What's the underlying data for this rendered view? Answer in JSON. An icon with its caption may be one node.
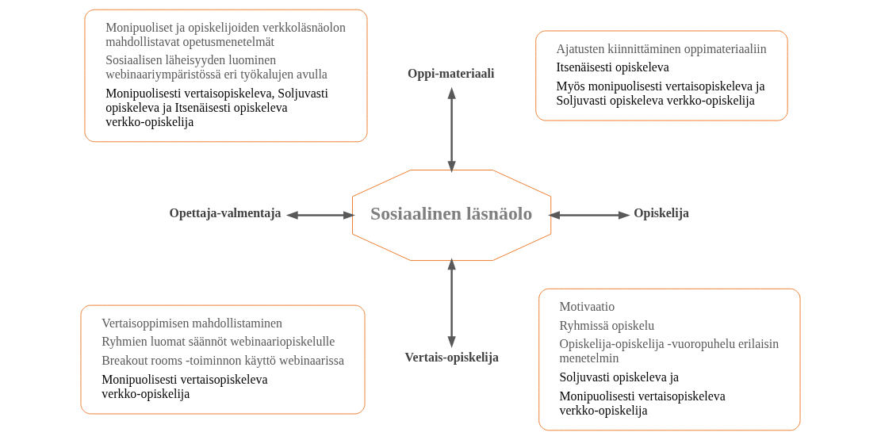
{
  "diagram": {
    "nodes": [
      {
        "text": [
          "Monipuoliset ja opiskelijoiden verkkoläsnäolon mahdollistavat opetusmenetelmät",
          "Sosiaalisen läheisyyden luominen webinaariympäristössä eri työkalujen avulla",
          "Monipuolisesti vertaisopiskeleva, Soljuvasti opiskeleva ja Itsenäisesti opiskeleva verkko-opiskelija"
        ]
      },
      {
        "text": [
          "Oppi-materiaali"
        ]
      },
      {
        "text": [
          "Ajatusten kiinnittäminen oppimateriaaliin",
          "Itsenäisesti opiskeleva",
          "Myös monipuolisesti vertaisopiskeleva ja Soljuvasti opiskeleva verkko-opiskelija"
        ]
      },
      {
        "text": [
          "Opettaja-valmentaja"
        ]
      },
      {
        "text": [
          "Sosiaalinen läsnäolo"
        ]
      },
      {
        "text": [
          "Opiskelija"
        ]
      },
      {
        "text": [
          "Vertaisoppimisen mahdollistaminen",
          "Ryhmien luomat säännöt webinaariopiskelulle",
          "Breakout rooms -toiminnon käyttö webinaarissa",
          "Monipuolisesti vertaisopiskeleva verkko-opiskelija"
        ]
      },
      {
        "text": [
          "Vertais-opiskelija"
        ]
      },
      {
        "text": [
          "Motivaatio",
          "Ryhmissä opiskelu",
          "Opiskelija-opiskelija -vuoropuhelu erilaisin menetelmin",
          "Soljuvasti opiskeleva ja",
          "Monipuolisesti vertaisopiskeleva verkko-opiskelija"
        ]
      }
    ],
    "edges": [
      {
        "from": 1,
        "to": 4,
        "arrow": "both"
      },
      {
        "from": 3,
        "to": 4,
        "arrow": "both"
      },
      {
        "from": 4,
        "to": 5,
        "arrow": "both"
      },
      {
        "from": 4,
        "to": 7,
        "arrow": "both"
      }
    ]
  }
}
